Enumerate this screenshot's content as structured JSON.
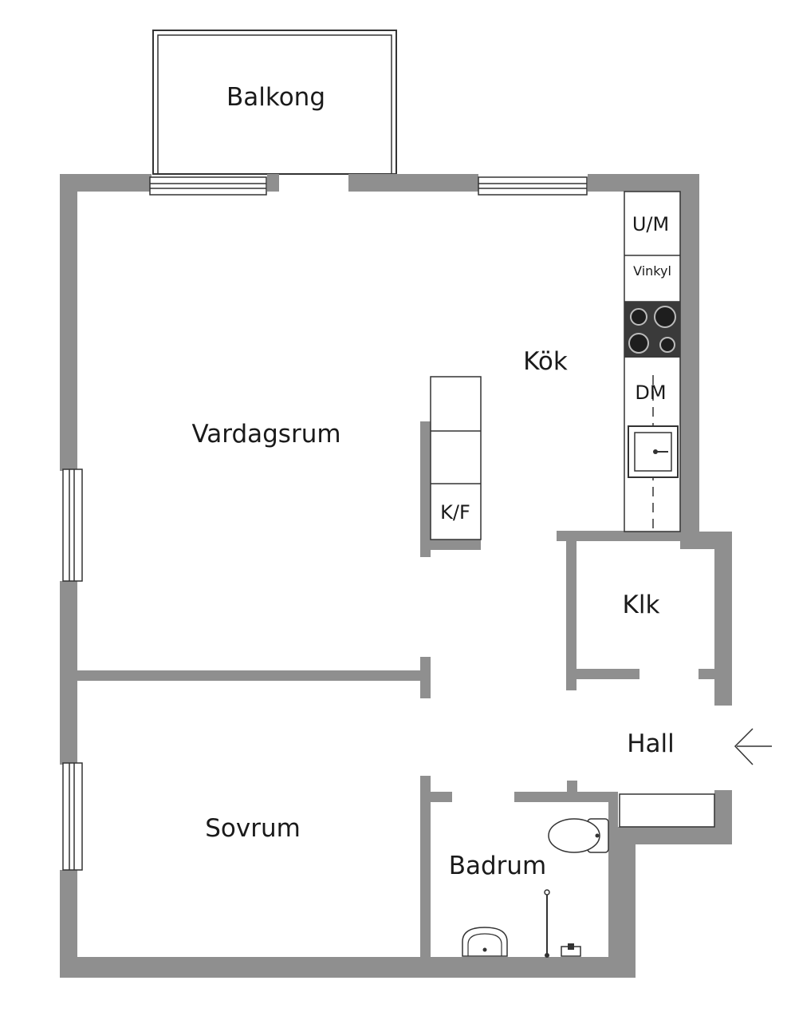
{
  "rooms": {
    "balcony": "Balkong",
    "living_room": "Vardagsrum",
    "kitchen": "Kök",
    "closet": "Klk",
    "hall": "Hall",
    "bedroom": "Sovrum",
    "bathroom": "Badrum"
  },
  "fixtures": {
    "oven_microwave": "U/M",
    "fridge_corner": "Vinkyl",
    "dishwasher": "DM",
    "fridge_freezer": "K/F"
  },
  "icons": {
    "entrance": "arrow-left-icon",
    "stove": "stove-icon",
    "sink": "sink-icon",
    "toilet": "toilet-icon",
    "washbasin": "washbasin-icon"
  },
  "colors": {
    "wall": "#8f8f8f",
    "stove": "#3a3a3a",
    "line": "#333333"
  }
}
